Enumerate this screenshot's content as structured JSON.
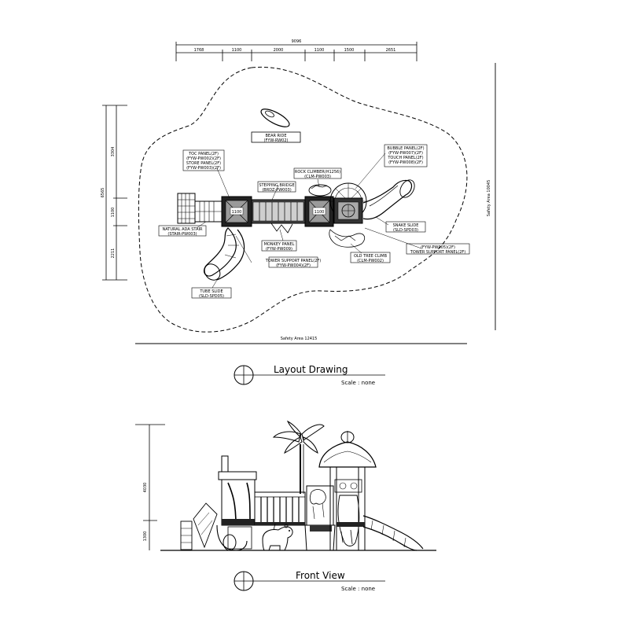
{
  "layout_view": {
    "top_dims": {
      "overall": "9096",
      "segments": [
        "1768",
        "1100",
        "2000",
        "1100",
        "1500",
        "2651"
      ]
    },
    "left_dims": {
      "overall": "6565",
      "segments": [
        "3304",
        "1100",
        "2211"
      ]
    },
    "safety_area_right": "Safety Area 10045",
    "safety_area_bottom": "Safety Area 12415",
    "labels": {
      "bear_ride": [
        "BEAR RIDE",
        "(FYW-RW02)"
      ],
      "toc_panel": [
        "TOC PANEL(2F)",
        "(FYW-PW002)(2F)",
        "STORE PANEL(2F)",
        "(FYW-PW003)(2F)"
      ],
      "stepping_bridge": [
        "STEPPING BRIDGE",
        "(BRDZ-PW003)"
      ],
      "rock_climber": [
        "ROCK CLIMBER(H1256)",
        "(CLM-PW003)"
      ],
      "bubble_panel": [
        "BUBBLE PANEL(2F)",
        "(FYW-PW007)(2F)",
        "TOUCH PANEL(2F)",
        "(FYW-PW008)(2F)"
      ],
      "natural_ada_stair": [
        "NATURAL ADA STAIR",
        "(STAIR-PW003)"
      ],
      "monkey_panel": [
        "MONKEY PANEL",
        "(FYW-PW009)"
      ],
      "tower_support_left": [
        "TOWER SUPPORT PANEL(2F)",
        "(FYW-PW004)(2F)"
      ],
      "snake_slide": [
        "SNAKE SLIDE",
        "(SLD-SPD03)"
      ],
      "old_tree_climb": [
        "OLD TREE CLIMB",
        "(CLM-PW002)"
      ],
      "fyw_tower_support": [
        "(FYW-PW005)(2F)",
        "TOWER SUPPORT PANEL(2F)"
      ],
      "tube_slide": [
        "TUBE SLIDE",
        "(SLD-SPD05)"
      ]
    },
    "platform_tag_left": "1100",
    "platform_tag_right": "1100",
    "title": "Layout Drawing",
    "scale": "Scale : none"
  },
  "front_view": {
    "height_total": "4030",
    "height_platform": "1300",
    "title": "Front View",
    "scale": "Scale : none"
  }
}
